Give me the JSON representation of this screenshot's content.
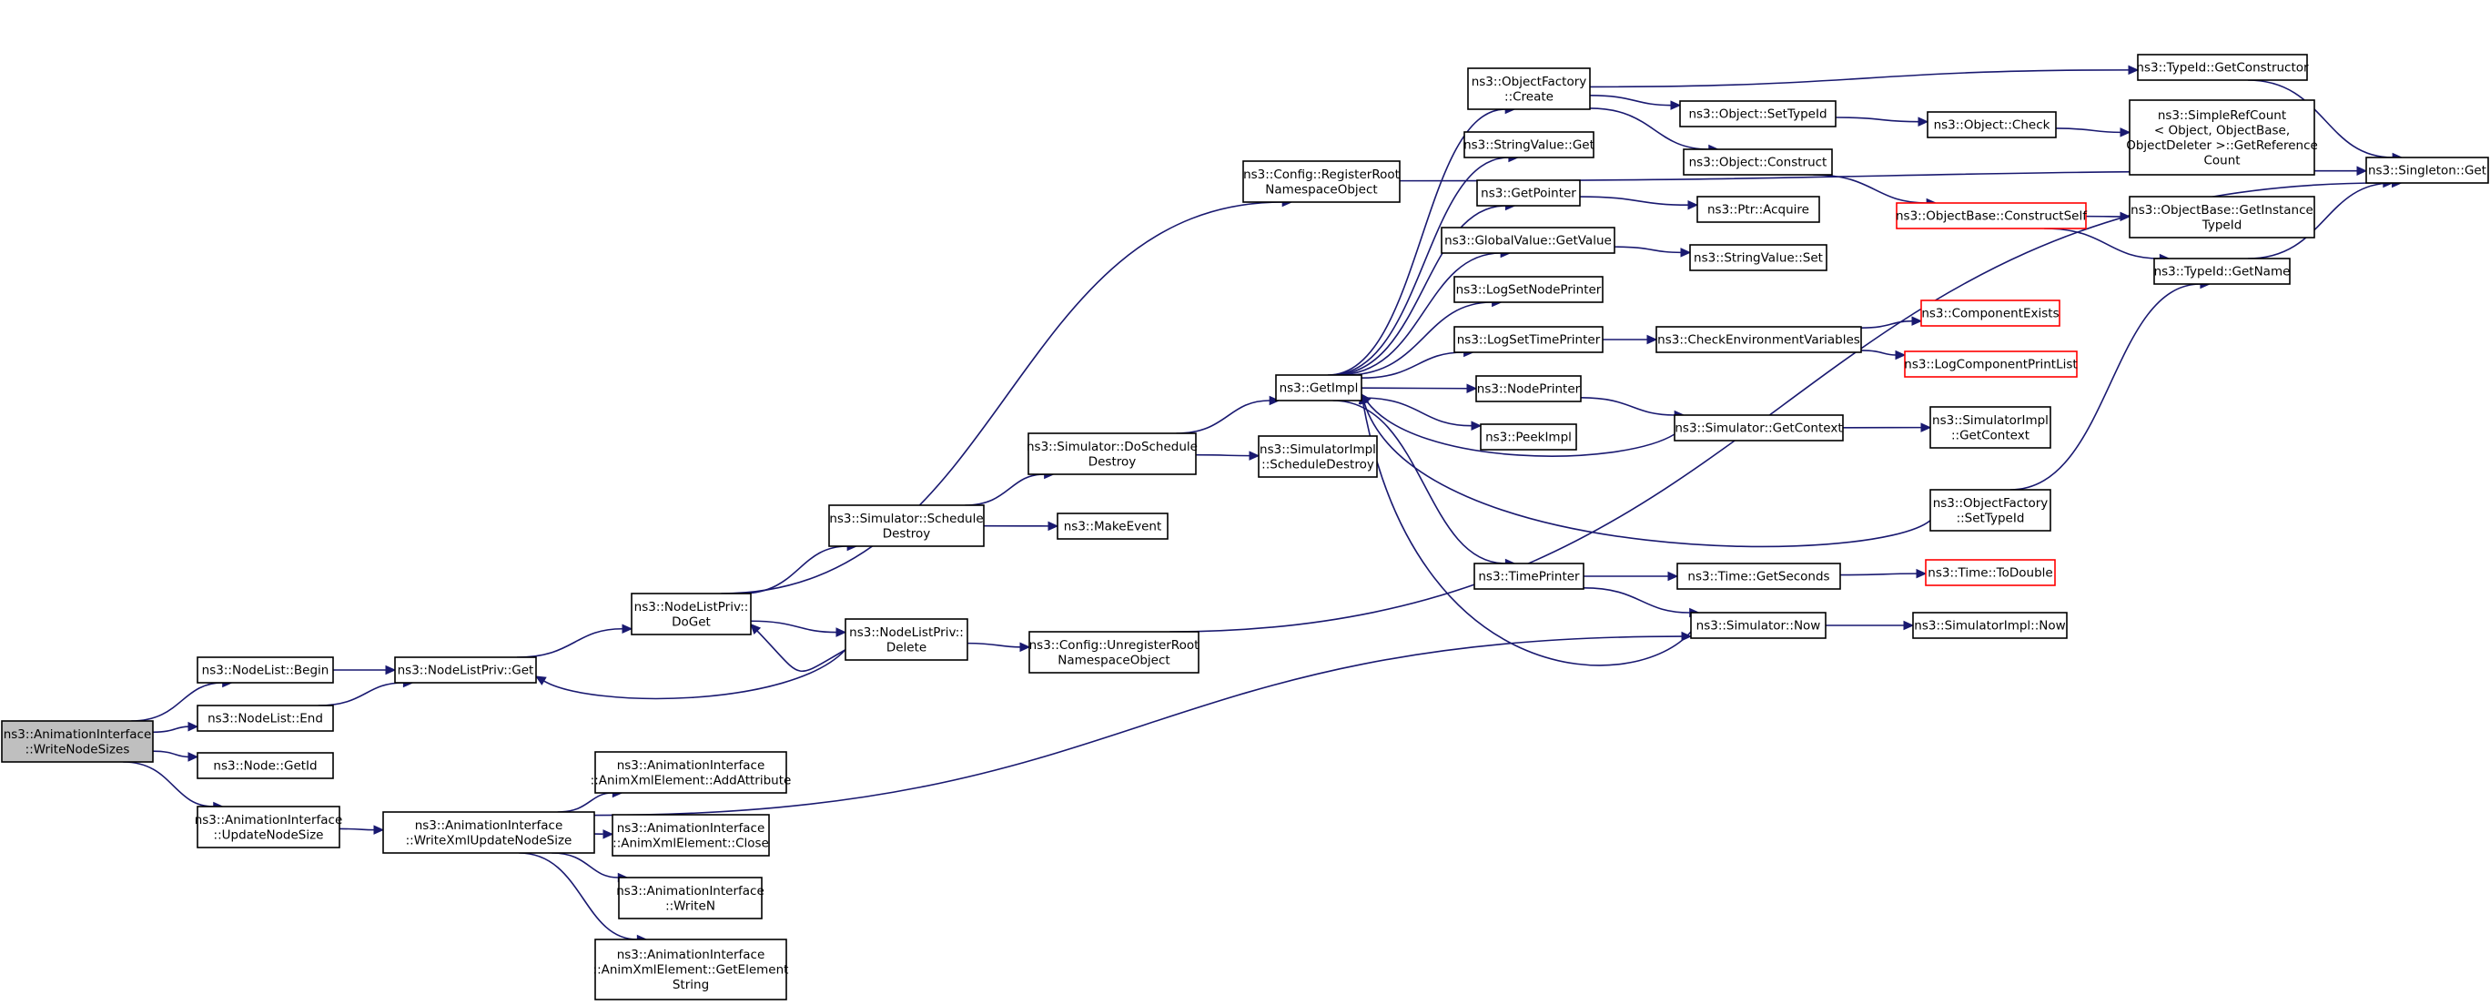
{
  "colors": {
    "edge": "#191970",
    "node_border": "#000000",
    "root_fill": "#bfbfbf",
    "truncated_border": "#ff0000",
    "background": "#ffffff"
  },
  "nodes": {
    "root": [
      "ns3::AnimationInterface",
      "::WriteNodeSizes"
    ],
    "nl_begin": [
      "ns3::NodeList::Begin"
    ],
    "nl_end": [
      "ns3::NodeList::End"
    ],
    "node_getid": [
      "ns3::Node::GetId"
    ],
    "update_node_size": [
      "ns3::AnimationInterface",
      "::UpdateNodeSize"
    ],
    "nlp_get": [
      "ns3::NodeListPriv::Get"
    ],
    "write_xml": [
      "ns3::AnimationInterface",
      "::WriteXmlUpdateNodeSize"
    ],
    "nlp_doget": [
      "ns3::NodeListPriv::",
      "DoGet"
    ],
    "nlp_delete": [
      "ns3::NodeListPriv::",
      "Delete"
    ],
    "cfg_unreg": [
      "ns3::Config::UnregisterRoot",
      "NamespaceObject"
    ],
    "add_attr": [
      "ns3::AnimationInterface",
      "::AnimXmlElement::AddAttribute"
    ],
    "close": [
      "ns3::AnimationInterface",
      "::AnimXmlElement::Close"
    ],
    "writen": [
      "ns3::AnimationInterface",
      "::WriteN"
    ],
    "get_elem": [
      "ns3::AnimationInterface",
      "::AnimXmlElement::GetElement",
      "String"
    ],
    "cfg_reg": [
      "ns3::Config::RegisterRoot",
      "NamespaceObject"
    ],
    "sim_sched_destroy": [
      "ns3::Simulator::Schedule",
      "Destroy"
    ],
    "sim_do_sched_destroy": [
      "ns3::Simulator::DoSchedule",
      "Destroy"
    ],
    "make_event": [
      "ns3::MakeEvent"
    ],
    "getimpl": [
      "ns3::GetImpl"
    ],
    "simimpl_sched_destroy": [
      "ns3::SimulatorImpl",
      "::ScheduleDestroy"
    ],
    "objfactory_create": [
      "ns3::ObjectFactory",
      "::Create"
    ],
    "stringvalue_get": [
      "ns3::StringValue::Get"
    ],
    "getpointer": [
      "ns3::GetPointer"
    ],
    "globalvalue_getvalue": [
      "ns3::GlobalValue::GetValue"
    ],
    "logsetnodeprinter": [
      "ns3::LogSetNodePrinter"
    ],
    "logsettimeprinter": [
      "ns3::LogSetTimePrinter"
    ],
    "nodeprinter": [
      "ns3::NodePrinter"
    ],
    "peekimpl": [
      "ns3::PeekImpl"
    ],
    "timeprinter": [
      "ns3::TimePrinter"
    ],
    "object_settypeid": [
      "ns3::Object::SetTypeId"
    ],
    "object_construct": [
      "ns3::Object::Construct"
    ],
    "ptr_acquire": [
      "ns3::Ptr::Acquire"
    ],
    "stringvalue_set": [
      "ns3::StringValue::Set"
    ],
    "checkenv": [
      "ns3::CheckEnvironmentVariables"
    ],
    "sim_getcontext": [
      "ns3::Simulator::GetContext"
    ],
    "time_getseconds": [
      "ns3::Time::GetSeconds"
    ],
    "sim_now": [
      "ns3::Simulator::Now"
    ],
    "typeid_getconstructor": [
      "ns3::TypeId::GetConstructor"
    ],
    "object_check": [
      "ns3::Object::Check"
    ],
    "objectbase_constructself": [
      "ns3::ObjectBase::ConstructSelf"
    ],
    "component_exists": [
      "ns3::ComponentExists"
    ],
    "logcomponentprintlist": [
      "ns3::LogComponentPrintList"
    ],
    "simimpl_getcontext": [
      "ns3::SimulatorImpl",
      "::GetContext"
    ],
    "objfactory_settypeid": [
      "ns3::ObjectFactory",
      "::SetTypeId"
    ],
    "time_todouble": [
      "ns3::Time::ToDouble"
    ],
    "simimpl_now": [
      "ns3::SimulatorImpl::Now"
    ],
    "simplerefcount": [
      "ns3::SimpleRefCount",
      "< Object, ObjectBase,",
      "ObjectDeleter >::GetReference",
      "Count"
    ],
    "objectbase_getinstancetypeid": [
      "ns3::ObjectBase::GetInstance",
      "TypeId"
    ],
    "typeid_getname": [
      "ns3::TypeId::GetName"
    ],
    "singleton_get": [
      "ns3::Singleton::Get"
    ]
  }
}
